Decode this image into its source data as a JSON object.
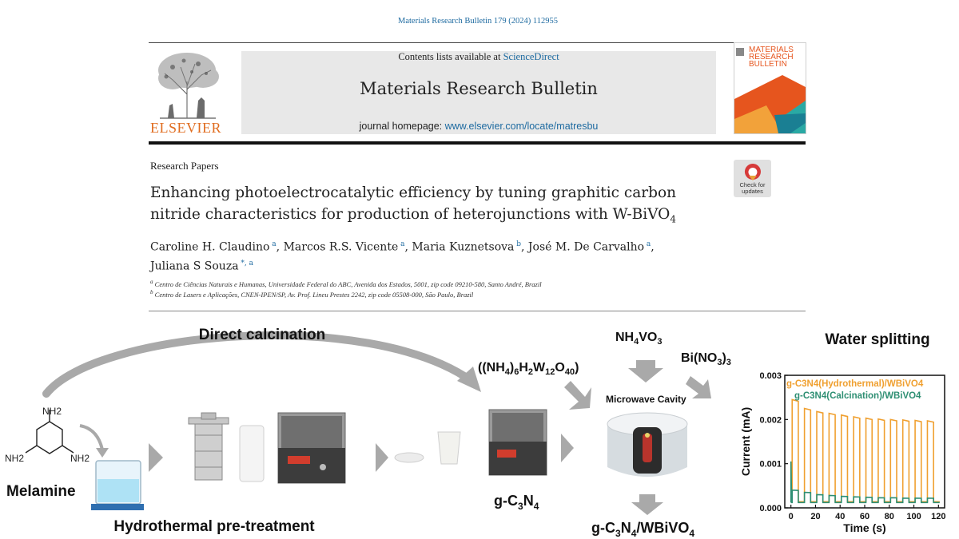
{
  "header": {
    "citation": "Materials Research Bulletin 179 (2024) 112955",
    "contents_prefix": "Contents lists available at ",
    "contents_link": "ScienceDirect",
    "journal_name": "Materials Research Bulletin",
    "homepage_prefix": "journal homepage: ",
    "homepage_url": "www.elsevier.com/locate/matresbu",
    "publisher_wordmark": "ELSEVIER",
    "cover_title": "MATERIALS RESEARCH BULLETIN"
  },
  "article": {
    "section": "Research Papers",
    "title_line1": "Enhancing photoelectrocatalytic efficiency by tuning graphitic carbon",
    "title_line2_prefix": "nitride characteristics for production of heterojunctions with W-BiVO",
    "title_line2_sub": "4",
    "crossmark_text": "Check for updates",
    "authors": [
      {
        "name": "Caroline H. Claudino",
        "aff": "a",
        "sep": ", "
      },
      {
        "name": "Marcos R.S. Vicente",
        "aff": "a",
        "sep": ", "
      },
      {
        "name": "Maria Kuznetsova",
        "aff": "b",
        "sep": ", "
      },
      {
        "name": "José M. De Carvalho",
        "aff": "a",
        "sep": ","
      },
      {
        "name": "Juliana S Souza",
        "aff": "*, a",
        "sep": ""
      }
    ],
    "affiliations": [
      {
        "mark": "a",
        "text": "Centro de Ciências Naturais e Humanas, Universidade Federal do ABC, Avenida dos Estados, 5001, zip code 09210-580, Santo André, Brazil"
      },
      {
        "mark": "b",
        "text": "Centro de Lasers e Aplicações, CNEN-IPEN/SP, Av. Prof. Lineu Prestes 2242, zip code 05508-000, São Paulo, Brazil"
      }
    ]
  },
  "abstract": {
    "direct_calcination": "Direct calcination",
    "melamine": "Melamine",
    "hydrothermal": "Hydrothermal pre-treatment",
    "tungstate": "((NH4)6H2W12O40)",
    "nh4vo3": "NH4VO3",
    "bino3": "Bi(NO3)3",
    "microwave": "Microwave Cavity",
    "gc3n4": "g-C3N4",
    "product": "g-C3N4/WBiVO4",
    "water_splitting": "Water splitting",
    "nh2": "NH2",
    "colors": {
      "arrow": "#a9a9a9",
      "hydro": "#f0a030",
      "calc": "#2e8f73"
    }
  },
  "chart_data": {
    "type": "line",
    "xlabel": "Time (s)",
    "ylabel": "Current (mA)",
    "xlim": [
      -5,
      125
    ],
    "ylim": [
      0,
      0.003
    ],
    "xticks": [
      0,
      20,
      40,
      60,
      80,
      100,
      120
    ],
    "yticks": [
      0.0,
      0.001,
      0.002,
      0.003
    ],
    "ytick_labels": [
      "0.000",
      "0.001",
      "0.002",
      "0.003"
    ],
    "legend_position": "top",
    "series": [
      {
        "name": "g-C3N4(Hydrothermal)/WBiVO4",
        "color": "#f0a030",
        "on_values": [
          0.00245,
          0.00225,
          0.00218,
          0.00214,
          0.0021,
          0.00206,
          0.00203,
          0.00201,
          0.002,
          0.00199,
          0.00198,
          0.00197
        ],
        "off_value": 0.00014
      },
      {
        "name": "g-C3N4(Calcination)/WBiVO4",
        "color": "#2e8f73",
        "initial_spike": 0.00105,
        "on_values": [
          0.0004,
          0.00035,
          0.0003,
          0.00028,
          0.00026,
          0.00025,
          0.00024,
          0.00023,
          0.00023,
          0.00022,
          0.00022,
          0.00022
        ],
        "off_value": 0.00012
      }
    ],
    "period_s": 10,
    "first_on_s": 1
  }
}
